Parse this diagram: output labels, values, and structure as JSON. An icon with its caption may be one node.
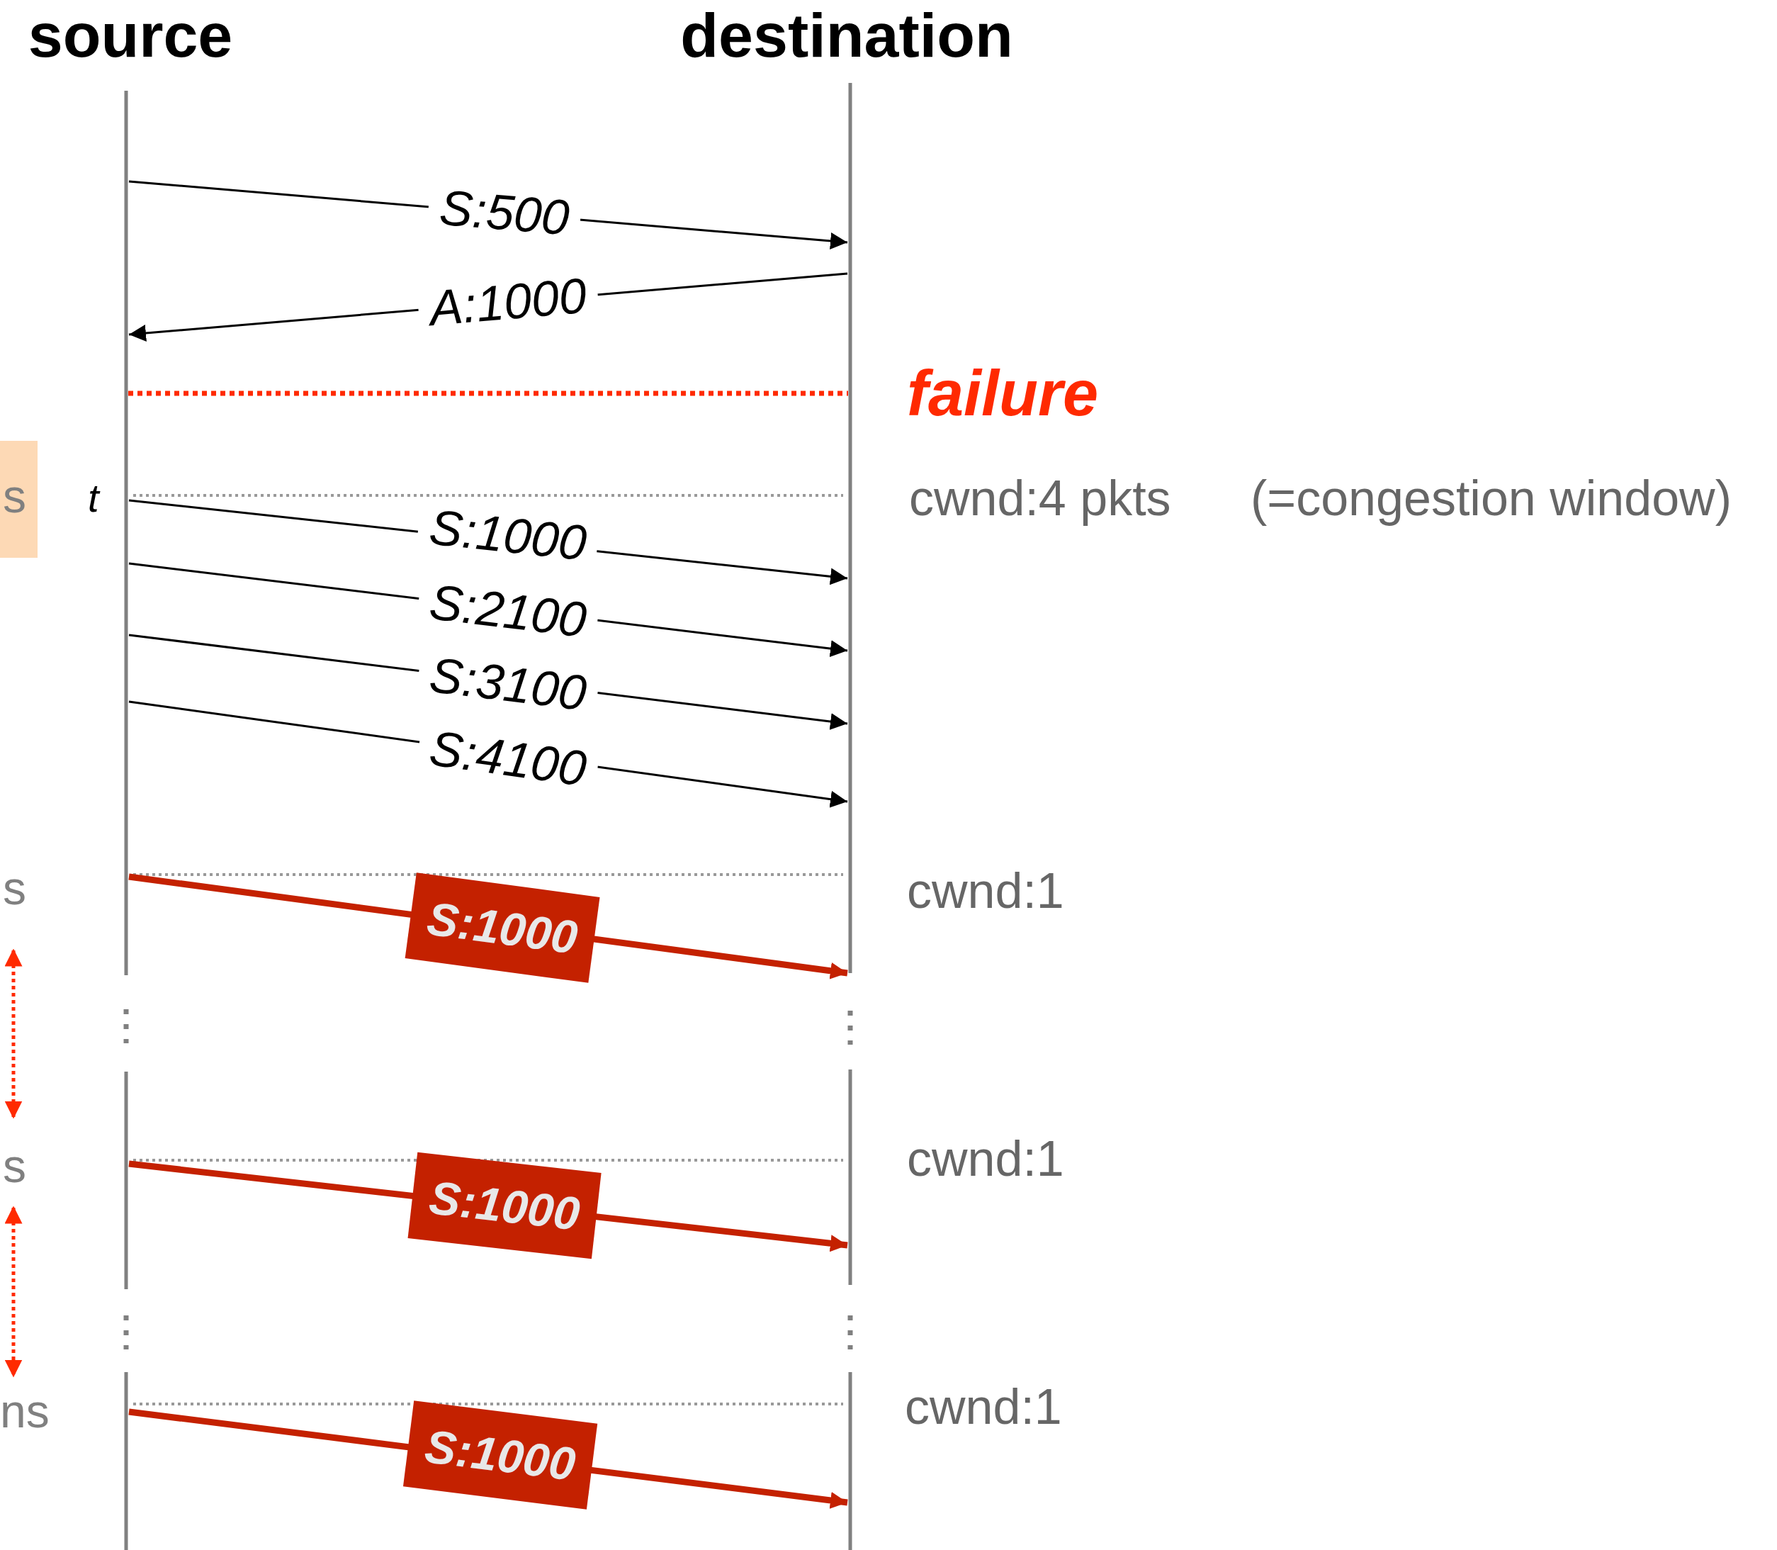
{
  "diagram": {
    "nodes": [
      {
        "text": [
          "source"
        ]
      },
      {
        "text": [
          "destination"
        ]
      },
      {
        "text": [
          "s"
        ]
      }
    ],
    "edges": [
      {
        "from": 0,
        "to": 1,
        "arrow": "to",
        "label": "S:500"
      },
      {
        "from": 1,
        "to": 0,
        "arrow": "to",
        "label": "A:1000"
      },
      {
        "from": 0,
        "to": 1,
        "arrow": "to",
        "label": "S:1000"
      },
      {
        "from": 0,
        "to": 1,
        "arrow": "to",
        "label": "S:2100"
      },
      {
        "from": 0,
        "to": 1,
        "arrow": "to",
        "label": "S:3100"
      },
      {
        "from": 0,
        "to": 1,
        "arrow": "to",
        "label": "S:4100"
      },
      {
        "from": 0,
        "to": 1,
        "arrow": "to",
        "label": "S:1000",
        "style": "thick",
        "color": "#c42100"
      },
      {
        "from": 0,
        "to": 1,
        "arrow": "to",
        "label": "S:1000",
        "style": "thick",
        "color": "#c42100"
      },
      {
        "from": 0,
        "to": 1,
        "arrow": "to",
        "label": "S:1000",
        "style": "thick",
        "color": "#c42100"
      }
    ],
    "labels": [
      "failure",
      "t",
      "cwnd:4 pkts",
      "(=congestion window)",
      "s",
      "cwnd:1",
      "s",
      "cwnd:1",
      "ns",
      "cwnd:1"
    ]
  }
}
